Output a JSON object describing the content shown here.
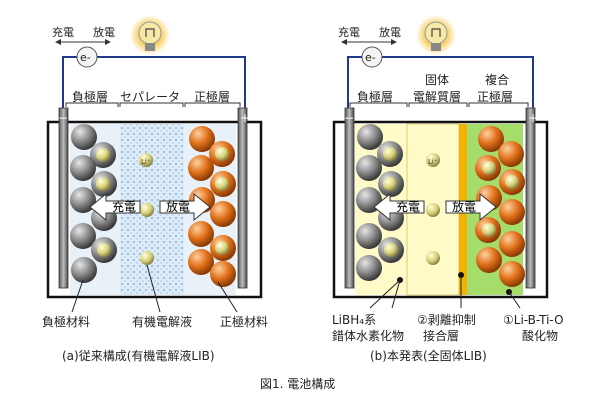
{
  "figure_caption": "図1. 電池構成",
  "colors": {
    "wire": "#1f3a8a",
    "electrolyte_liquid": "#dcebf7",
    "electrolyte_solid": "#fffbc8",
    "interface_layer": "#f2b400",
    "cathode_solid": "#a6dc6a",
    "anode_particle": "#808080",
    "cathode_particle": "#e06a12",
    "li_ion": "#d8d27a"
  },
  "left": {
    "title": "(a)従来構成(有機電解液LIB)",
    "charge": "充電",
    "discharge": "放電",
    "electron": "e-",
    "layer_anode": "負極層",
    "layer_separator": "セパレータ",
    "layer_cathode": "正極層",
    "arrow_charge": "充電",
    "arrow_discharge": "放電",
    "ion": "Li⁺",
    "label_anode_material": "負極材料",
    "label_electrolyte": "有機電解液",
    "label_cathode_material": "正極材料",
    "minus": "−",
    "plus": "+"
  },
  "right": {
    "title": "(b)本発表(全固体LIB)",
    "charge": "充電",
    "discharge": "放電",
    "electron": "e-",
    "layer_anode": "負極層",
    "layer_electrolyte_line1": "固体",
    "layer_electrolyte_line2": "電解質層",
    "layer_cathode_line1": "複合",
    "layer_cathode_line2": "正極層",
    "arrow_charge": "充電",
    "arrow_discharge": "放電",
    "ion": "Li⁺",
    "label_1_line1": "LiBH₄系",
    "label_1_line2": "錯体水素化物",
    "label_2_line1": "②剥離抑制",
    "label_2_line2": "接合層",
    "label_3_line1": "①Li-B-Ti-O",
    "label_3_line2": "酸化物",
    "minus": "−",
    "plus": "+"
  }
}
